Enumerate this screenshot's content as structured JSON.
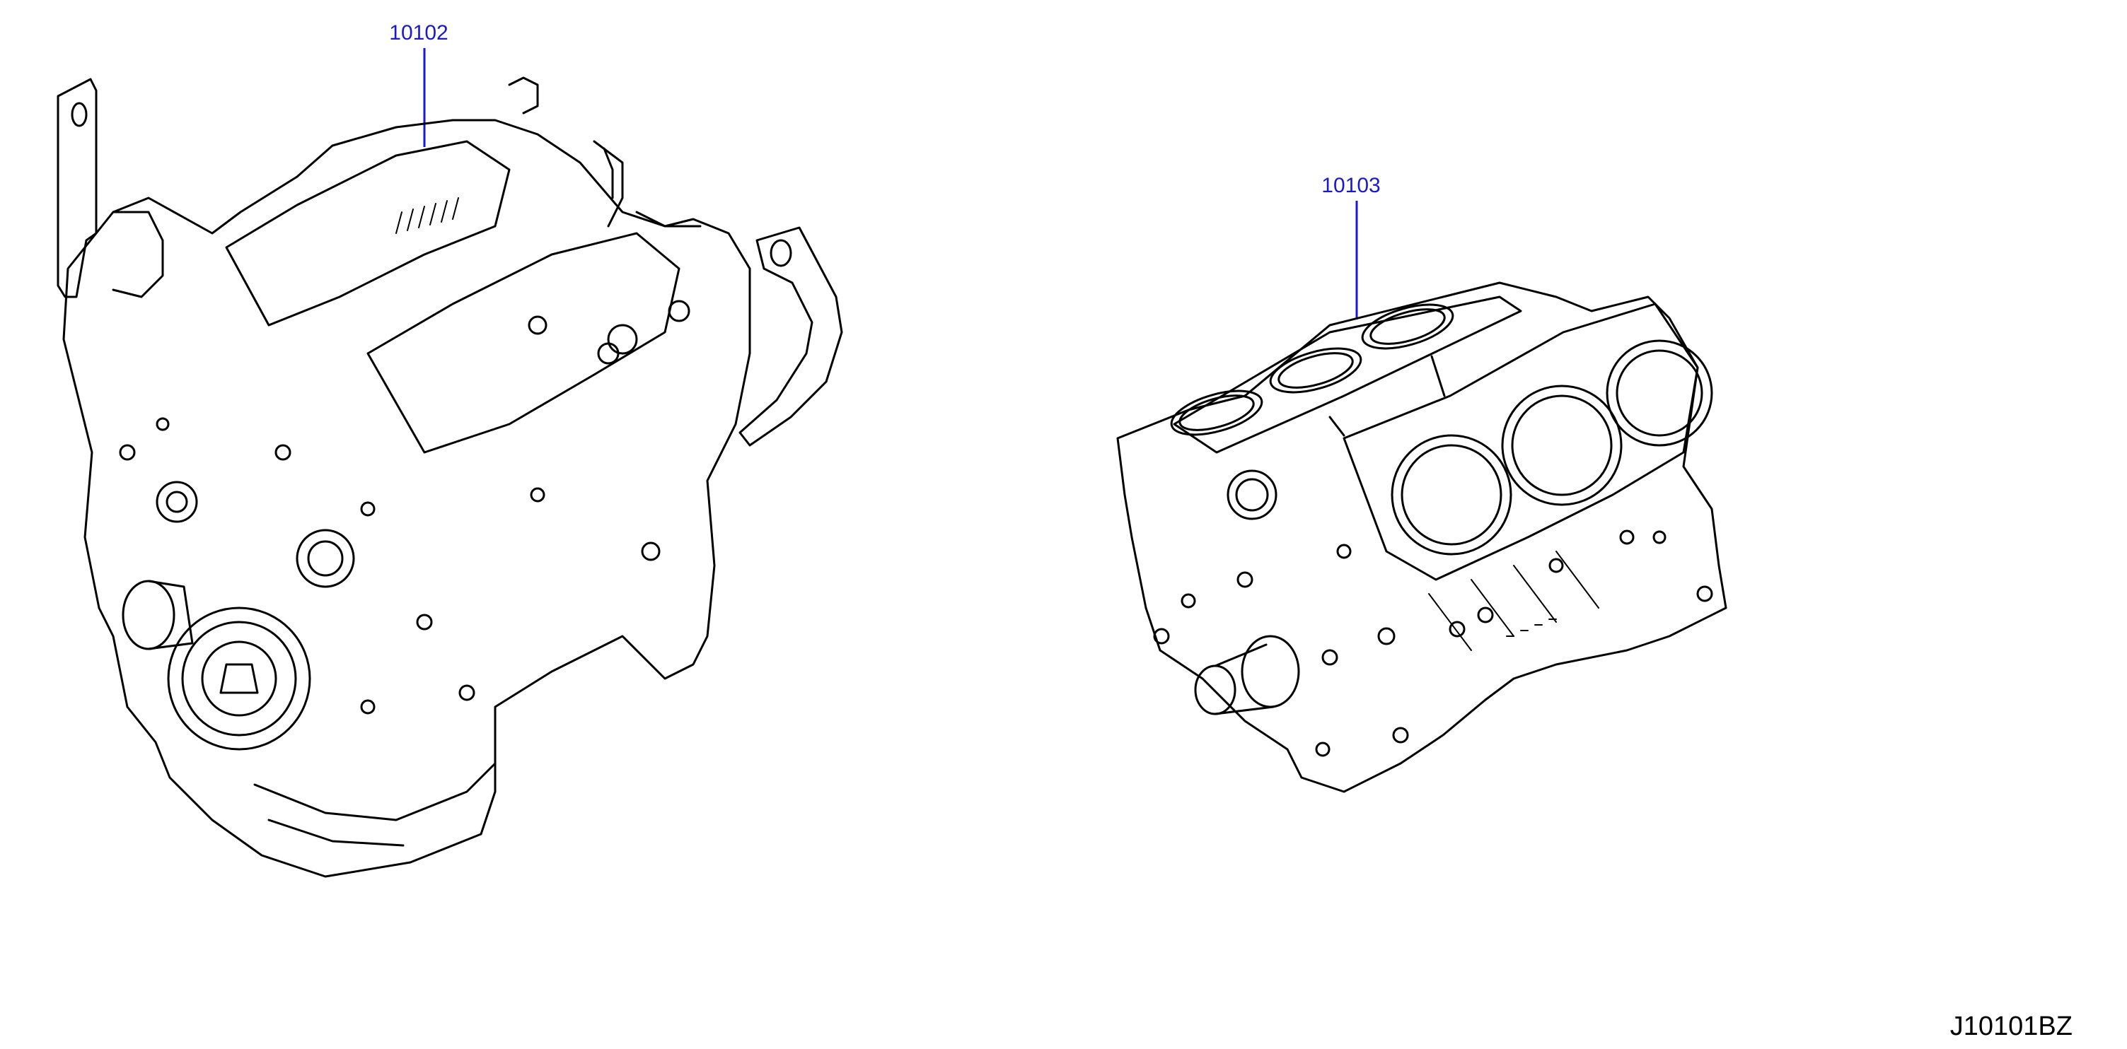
{
  "callouts": [
    {
      "number": "10102"
    },
    {
      "number": "10103"
    }
  ],
  "diagram_code": "J10101BZ",
  "colors": {
    "callout": "#1a1acc",
    "line_art": "#000000",
    "background": "#ffffff"
  }
}
